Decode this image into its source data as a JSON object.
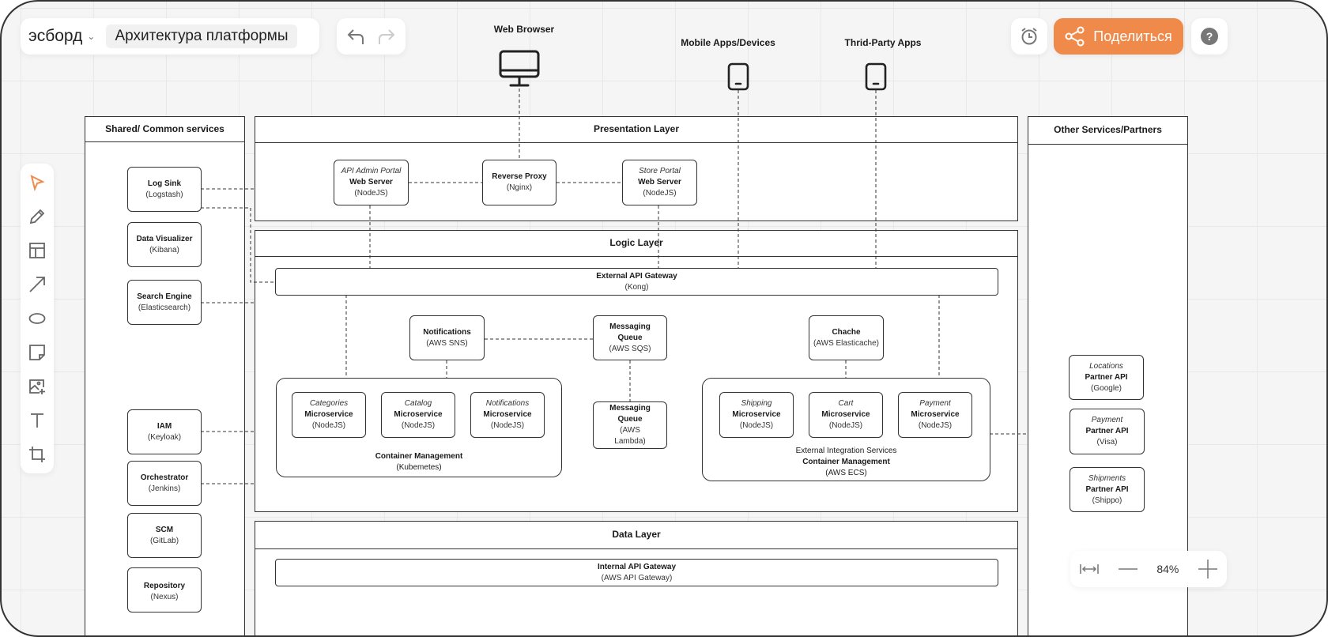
{
  "header": {
    "brand": "эсборд",
    "board_title": "Архитектура платформы",
    "share_label": "Поделиться",
    "accent": "#F08A4B"
  },
  "zoom": {
    "level": "84%"
  },
  "toolbar": [
    "cursor",
    "pencil",
    "template",
    "arrow",
    "ellipse",
    "sticky-note",
    "image-add",
    "text",
    "crop"
  ],
  "clients": {
    "web": "Web Browser",
    "mobile": "Mobile Apps/Devices",
    "third": "Thrid-Party Apps"
  },
  "shared": {
    "title": "Shared/ Common services",
    "items": [
      {
        "name": "Log Sink",
        "tech": "(Logstash)"
      },
      {
        "name": "Data Visualizer",
        "tech": "(Kibana)"
      },
      {
        "name": "Search Engine",
        "tech": "(Elasticsearch)"
      },
      {
        "name": "IAM",
        "tech": "(Keyloak)"
      },
      {
        "name": "Orchestrator",
        "tech": "(Jenkins)"
      },
      {
        "name": "SCM",
        "tech": "(GitLab)"
      },
      {
        "name": "Repository",
        "tech": "(Nexus)"
      }
    ]
  },
  "presentation": {
    "title": "Presentation Layer",
    "admin": {
      "sub": "API Admin Portal",
      "name": "Web Server",
      "tech": "(NodeJS)"
    },
    "proxy": {
      "name": "Reverse Proxy",
      "tech": "(Nginx)"
    },
    "store": {
      "sub": "Store Portal",
      "name": "Web Server",
      "tech": "(NodeJS)"
    }
  },
  "logic": {
    "title": "Logic Layer",
    "gateway": {
      "name": "External API Gateway",
      "tech": "(Kong)"
    },
    "notifications": {
      "name": "Notifications",
      "tech": "(AWS SNS)"
    },
    "sqs": {
      "name": "Messaging Queue",
      "tech": "(AWS SQS)"
    },
    "lambda": {
      "name": "Messaging Queue",
      "tech": "(AWS Lambda)"
    },
    "cache": {
      "name": "Chache",
      "tech": "(AWS Elasticache)"
    },
    "k8s": {
      "name": "Container Management",
      "tech": "(Kubemetes)",
      "services": [
        {
          "sub": "Categories",
          "name": "Microservice",
          "tech": "(NodeJS)"
        },
        {
          "sub": "Catalog",
          "name": "Microservice",
          "tech": "(NodeJS)"
        },
        {
          "sub": "Notifications",
          "name": "Microservice",
          "tech": "(NodeJS)"
        }
      ]
    },
    "ecs": {
      "pre": "External Integration Services",
      "name": "Container Management",
      "tech": "(AWS ECS)",
      "services": [
        {
          "sub": "Shipping",
          "name": "Microservice",
          "tech": "(NodeJS)"
        },
        {
          "sub": "Cart",
          "name": "Microservice",
          "tech": "(NodeJS)"
        },
        {
          "sub": "Payment",
          "name": "Microservice",
          "tech": "(NodeJS)"
        }
      ]
    }
  },
  "data": {
    "title": "Data Layer",
    "gateway": {
      "name": "Internal API Gateway",
      "tech": "(AWS API Gateway)"
    }
  },
  "other": {
    "title": "Other Services/Partners",
    "items": [
      {
        "sub": "Locations",
        "name": "Partner API",
        "tech": "(Google)"
      },
      {
        "sub": "Payment",
        "name": "Partner API",
        "tech": "(Visa)"
      },
      {
        "sub": "Shipments",
        "name": "Partner API",
        "tech": "(Shippo)"
      }
    ]
  }
}
